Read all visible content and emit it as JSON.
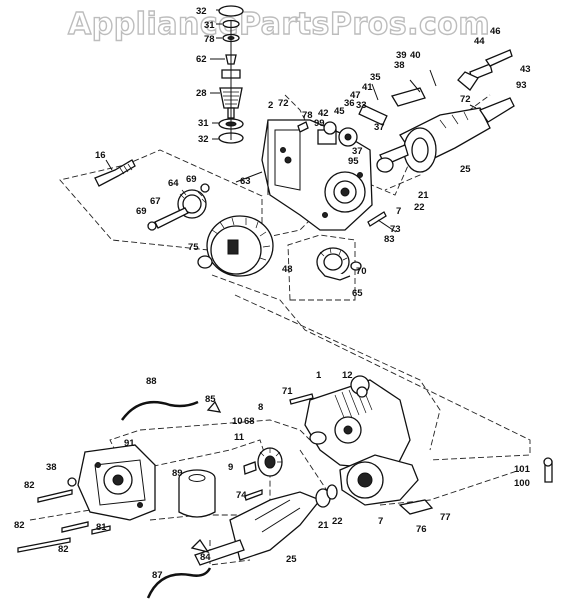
{
  "watermark": "AppliancePartsPros.com",
  "callouts": {
    "p32a": "32",
    "p31a": "31",
    "p78a": "78",
    "p62": "62",
    "p28": "28",
    "p31b": "31",
    "p32b": "32",
    "p2": "2",
    "p72a": "72",
    "p78b": "78",
    "p99": "99",
    "p42": "42",
    "p45": "45",
    "p36": "36",
    "p33": "33",
    "p35": "35",
    "p41": "41",
    "p47": "47",
    "p38a": "38",
    "p39": "39",
    "p40": "40",
    "p44": "44",
    "p46": "46",
    "p43": "43",
    "p93": "93",
    "p72b": "72",
    "p37": "37",
    "p95": "95",
    "p25a": "25",
    "p21a": "21",
    "p22a": "22",
    "p7a": "7",
    "p73": "73",
    "p83": "83",
    "p63": "63",
    "p16": "16",
    "p64": "64",
    "p69a": "69",
    "p67": "67",
    "p69b": "69",
    "p75": "75",
    "p48": "48",
    "p70": "70",
    "p65": "65",
    "p88": "88",
    "p85": "85",
    "p71": "71",
    "p1": "1",
    "p12": "12",
    "p8": "8",
    "p10": "10",
    "p68": "68",
    "p11": "11",
    "p91": "91",
    "p38b": "38",
    "p82a": "82",
    "p82b": "82",
    "p82c": "82",
    "p81": "81",
    "p89": "89",
    "p9": "9",
    "p74": "74",
    "p21b": "21",
    "p22b": "22",
    "p7b": "7",
    "p76": "76",
    "p77": "77",
    "p101": "101",
    "p100": "100",
    "p84": "84",
    "p87": "87",
    "p25b": "25"
  }
}
